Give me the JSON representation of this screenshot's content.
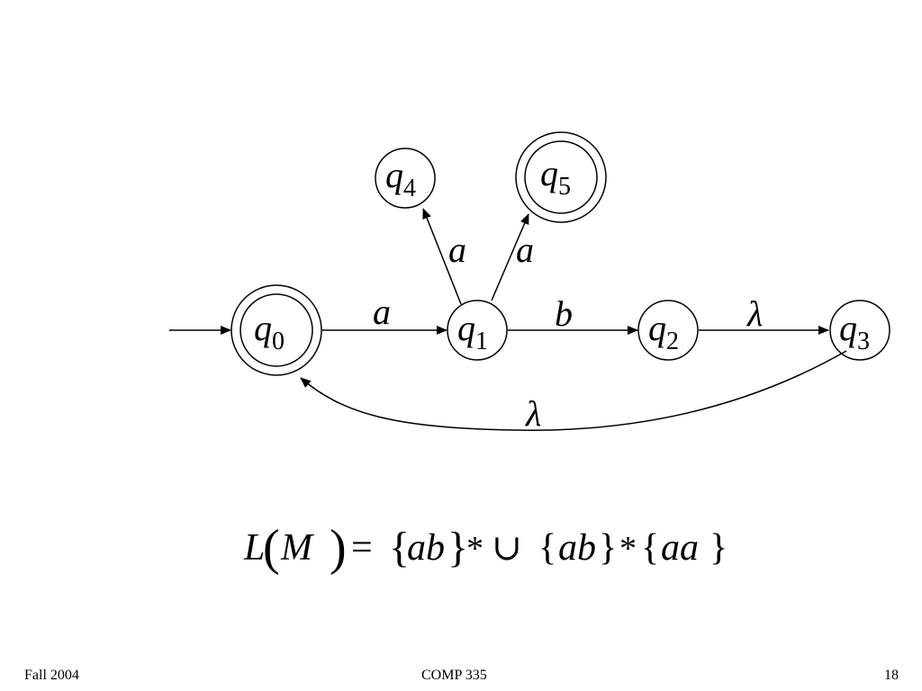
{
  "states": [
    {
      "id": "q0",
      "name": "q",
      "sub": "0",
      "accepting": true,
      "initial": true
    },
    {
      "id": "q1",
      "name": "q",
      "sub": "1",
      "accepting": false,
      "initial": false
    },
    {
      "id": "q2",
      "name": "q",
      "sub": "2",
      "accepting": false,
      "initial": false
    },
    {
      "id": "q3",
      "name": "q",
      "sub": "3",
      "accepting": false,
      "initial": false
    },
    {
      "id": "q4",
      "name": "q",
      "sub": "4",
      "accepting": false,
      "initial": false
    },
    {
      "id": "q5",
      "name": "q",
      "sub": "5",
      "accepting": true,
      "initial": false
    }
  ],
  "transitions": [
    {
      "from": "q0",
      "to": "q1",
      "label": "a"
    },
    {
      "from": "q1",
      "to": "q2",
      "label": "b"
    },
    {
      "from": "q2",
      "to": "q3",
      "label": "λ"
    },
    {
      "from": "q1",
      "to": "q4",
      "label": "a"
    },
    {
      "from": "q1",
      "to": "q5",
      "label": "a"
    },
    {
      "from": "q3",
      "to": "q0",
      "label": "λ"
    }
  ],
  "formula": {
    "L": "L",
    "M": "M",
    "eq": "=",
    "ab1": "ab",
    "star1": "*",
    "union": "∪",
    "ab2": "ab",
    "star2": "*",
    "aa": "aa"
  },
  "footer": {
    "left": "Fall 2004",
    "center": "COMP 335",
    "right": "18"
  }
}
